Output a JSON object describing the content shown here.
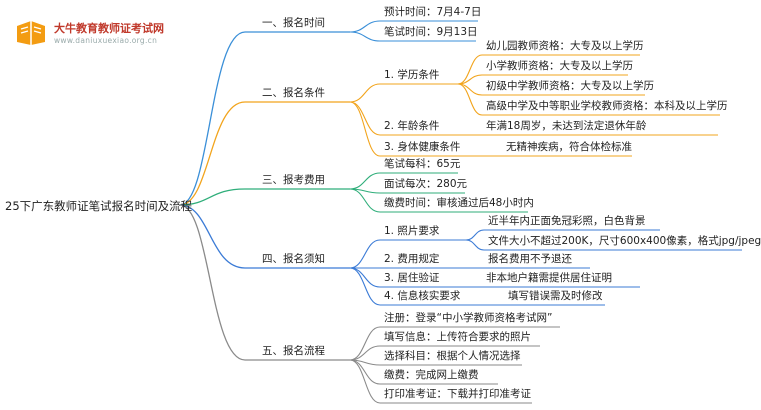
{
  "logo": {
    "name_cn": "大牛教育教师证考试网",
    "url": "www.daniuxuexiao.org.cn"
  },
  "root": "25下广东教师证笔试报名时间及流程",
  "colors": {
    "b1": "#3a8fd8",
    "b2": "#f2a41c",
    "b3": "#2fae7a",
    "b4": "#3b7bd6",
    "b5": "#8a8a8a"
  },
  "branches": [
    {
      "label": "一、报名时间",
      "children": [
        {
          "label": "预计时间：7月4-7日"
        },
        {
          "label": "笔试时间：9月13日"
        }
      ]
    },
    {
      "label": "二、报名条件",
      "children": [
        {
          "label": "1. 学历条件",
          "children": [
            "幼儿园教师资格：大专及以上学历",
            "小学教师资格：大专及以上学历",
            "初级中学教师资格：大专及以上学历",
            "高级中学及中等职业学校教师资格：本科及以上学历"
          ]
        },
        {
          "label": "2. 年龄条件",
          "children": [
            "年满18周岁，未达到法定退休年龄"
          ]
        },
        {
          "label": "3. 身体健康条件",
          "children": [
            "无精神疾病，符合体检标准"
          ]
        }
      ]
    },
    {
      "label": "三、报考费用",
      "children": [
        {
          "label": "笔试每科：65元"
        },
        {
          "label": "面试每次：280元"
        },
        {
          "label": "缴费时间：审核通过后48小时内"
        }
      ]
    },
    {
      "label": "四、报名须知",
      "children": [
        {
          "label": "1. 照片要求",
          "children": [
            "近半年内正面免冠彩照，白色背景",
            "文件大小不超过200K，尺寸600x400像素，格式jpg/jpeg"
          ]
        },
        {
          "label": "2. 费用规定",
          "children": [
            "报名费用不予退还"
          ]
        },
        {
          "label": "3. 居住验证",
          "children": [
            "非本地户籍需提供居住证明"
          ]
        },
        {
          "label": "4. 信息核实要求",
          "children": [
            "填写错误需及时修改"
          ]
        }
      ]
    },
    {
      "label": "五、报名流程",
      "children": [
        {
          "label": "注册：登录“中小学教师资格考试网”"
        },
        {
          "label": "填写信息：上传符合要求的照片"
        },
        {
          "label": "选择科目：根据个人情况选择"
        },
        {
          "label": "缴费：完成网上缴费"
        },
        {
          "label": "打印准考证：下载并打印准考证"
        }
      ]
    }
  ]
}
